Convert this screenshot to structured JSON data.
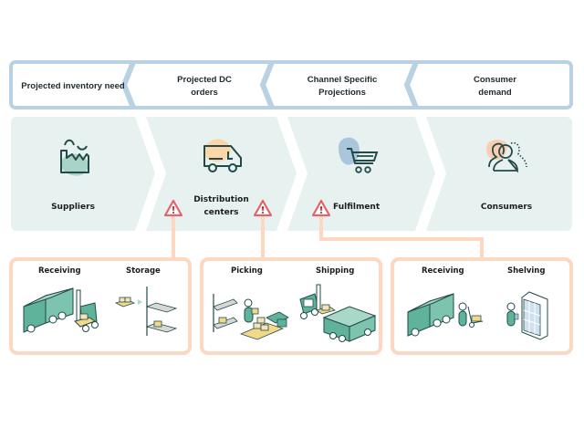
{
  "colors": {
    "top_frame": "#b9d2e3",
    "mid_band": "#e7f1f0",
    "connector": "#fcd7c2",
    "warning": "#e6636a",
    "icon_stroke": "#234a4a",
    "illustration_green": "#5fb39a",
    "blob_green": "#a8d3c6",
    "blob_orange": "#fbd6a8",
    "blob_blue": "#a9c6db",
    "blob_peach": "#f8cdb2"
  },
  "projection_flow": [
    {
      "label": "Projected inventory need"
    },
    {
      "label": "Projected DC orders"
    },
    {
      "label": "Channel Specific Projections"
    },
    {
      "label": "Consumer demand"
    }
  ],
  "supply_chain_stages": [
    {
      "label": "Suppliers",
      "icon": "factory-icon"
    },
    {
      "label": "Distribution centers",
      "icon": "delivery-van-icon"
    },
    {
      "label": "Fulfilment",
      "icon": "shopping-cart-icon"
    },
    {
      "label": "Consumers",
      "icon": "people-icon"
    }
  ],
  "warnings": [
    {
      "icon": "warning-icon",
      "symbol": "!"
    },
    {
      "icon": "warning-icon",
      "symbol": "!"
    },
    {
      "icon": "warning-icon",
      "symbol": "!"
    }
  ],
  "operations": [
    {
      "steps": [
        {
          "label": "Receiving",
          "illustration": "truck-forklift-illustration"
        },
        {
          "label": "Storage",
          "illustration": "shelf-storage-illustration"
        }
      ]
    },
    {
      "steps": [
        {
          "label": "Picking",
          "illustration": "picking-shelf-illustration"
        },
        {
          "label": "Shipping",
          "illustration": "forklift-truck-illustration"
        }
      ]
    },
    {
      "steps": [
        {
          "label": "Receiving",
          "illustration": "truck-handcart-illustration"
        },
        {
          "label": "Shelving",
          "illustration": "store-shelf-illustration"
        }
      ]
    }
  ]
}
